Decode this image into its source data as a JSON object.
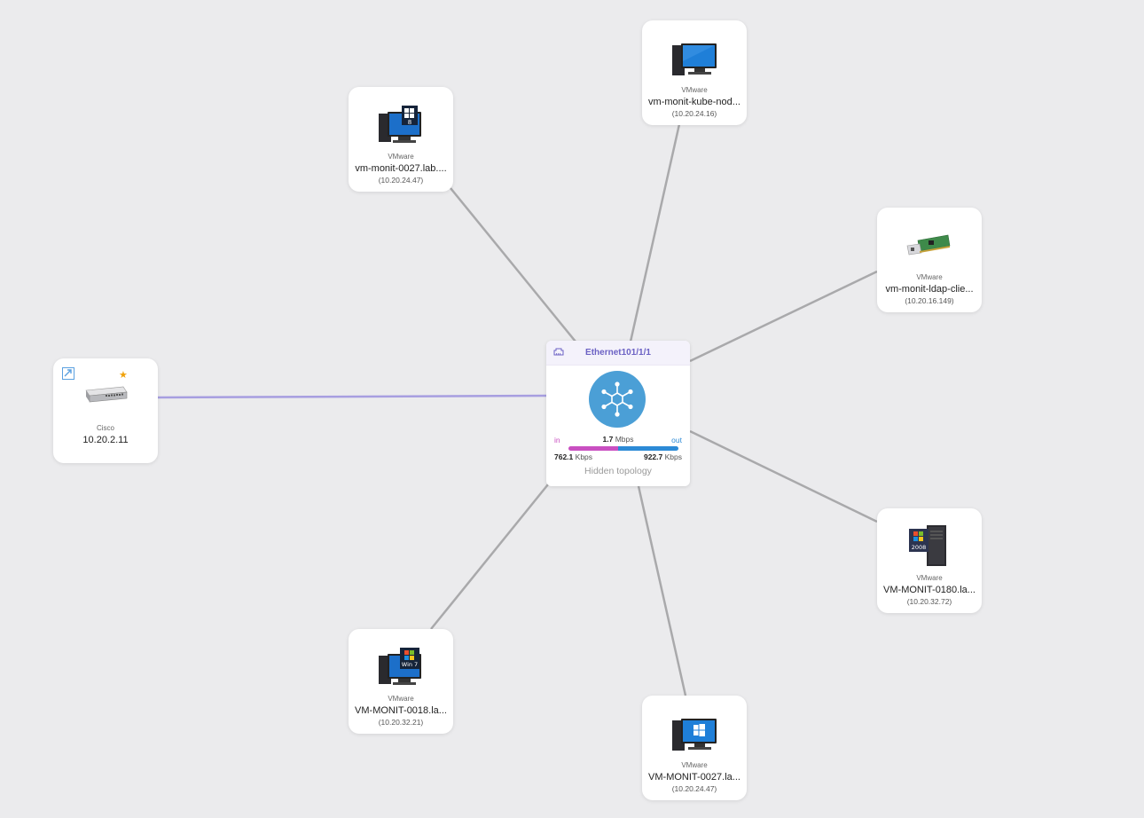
{
  "center": {
    "title": "Ethernet101/1/1",
    "in_label": "in",
    "out_label": "out",
    "total_value": "1.7",
    "total_unit": "Mbps",
    "in_value": "762.1",
    "in_unit": "Kbps",
    "out_value": "922.7",
    "out_unit": "Kbps",
    "in_fraction": 0.45,
    "footer": "Hidden topology",
    "hub_color": "#4b9fd6",
    "icon": "hub-network-icon"
  },
  "cisco": {
    "vendor": "Cisco",
    "name": "10.20.2.11",
    "icon": "network-switch-icon",
    "favorite_icon": "star-icon",
    "open_icon": "external-link-icon"
  },
  "devices": [
    {
      "vendor": "VMware",
      "name": "vm-monit-0027.lab....",
      "ip": "(10.20.24.47)",
      "icon": "windows-8-computer-icon"
    },
    {
      "vendor": "VMware",
      "name": "vm-monit-kube-nod...",
      "ip": "(10.20.24.16)",
      "icon": "computer-icon"
    },
    {
      "vendor": "VMware",
      "name": "vm-monit-ldap-clie...",
      "ip": "(10.20.16.149)",
      "icon": "network-card-icon"
    },
    {
      "vendor": "VMware",
      "name": "VM-MONIT-0180.la...",
      "ip": "(10.20.32.72)",
      "icon": "windows-2008-server-icon"
    },
    {
      "vendor": "VMware",
      "name": "VM-MONIT-0027.la...",
      "ip": "(10.20.24.47)",
      "icon": "windows-10-computer-icon"
    },
    {
      "vendor": "VMware",
      "name": "VM-MONIT-0018.la...",
      "ip": "(10.20.32.21)",
      "icon": "windows-7-computer-icon"
    }
  ],
  "colors": {
    "link_default": "#a9a9ab",
    "link_uplink": "#a79ee0",
    "in": "#c94fc1",
    "out": "#2c8ad6"
  }
}
